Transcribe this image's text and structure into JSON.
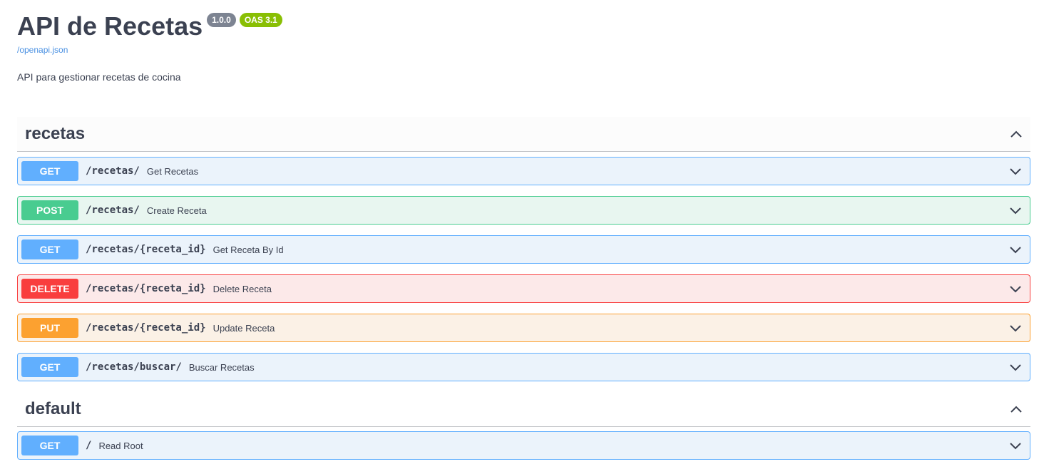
{
  "info": {
    "title": "API de Recetas",
    "version_badge": "1.0.0",
    "oas_badge": "OAS 3.1",
    "spec_link": "/openapi.json",
    "description": "API para gestionar recetas de cocina"
  },
  "tags": [
    {
      "name": "recetas",
      "expanded": true,
      "operations": [
        {
          "method": "GET",
          "path": "/recetas/",
          "summary": "Get Recetas"
        },
        {
          "method": "POST",
          "path": "/recetas/",
          "summary": "Create Receta"
        },
        {
          "method": "GET",
          "path": "/recetas/{receta_id}",
          "summary": "Get Receta By Id"
        },
        {
          "method": "DELETE",
          "path": "/recetas/{receta_id}",
          "summary": "Delete Receta"
        },
        {
          "method": "PUT",
          "path": "/recetas/{receta_id}",
          "summary": "Update Receta"
        },
        {
          "method": "GET",
          "path": "/recetas/buscar/",
          "summary": "Buscar Recetas"
        }
      ]
    },
    {
      "name": "default",
      "expanded": true,
      "operations": [
        {
          "method": "GET",
          "path": "/",
          "summary": "Read Root"
        }
      ]
    }
  ],
  "colors": {
    "get": "#61affe",
    "post": "#49cc90",
    "delete": "#f93e3e",
    "put": "#fca130",
    "version_badge": "#7d8492",
    "oas_badge": "#89bf04",
    "link": "#4990e2"
  },
  "icons": {
    "tag_toggle": "chevron-up-icon",
    "operation_toggle": "chevron-down-icon"
  }
}
